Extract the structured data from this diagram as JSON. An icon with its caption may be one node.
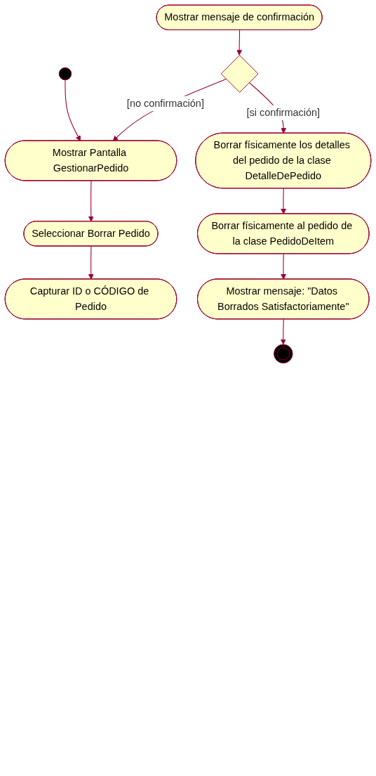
{
  "diagram": {
    "nodes": [
      {
        "text": [],
        "shape": "circle"
      },
      {
        "text": [
          "Mostrar Pantalla GestionarPedido"
        ]
      },
      {
        "text": [
          "Seleccionar Borrar Pedido"
        ]
      },
      {
        "text": [
          "Capturar ID o CÓDIGO de Pedido"
        ]
      },
      {
        "text": [
          "Mostrar mensaje de confirmación"
        ]
      },
      {
        "text": [],
        "shape": "diamond"
      },
      {
        "text": [
          "Borrar físicamente los detalles del pedido de la clase DetalleDePedido"
        ]
      },
      {
        "text": [
          "Borrar físicamente al pedido de la clase PedidoDeItem"
        ]
      },
      {
        "text": [
          "Mostrar mensaje: \"Datos Borrados Satisfactoriamente\""
        ]
      },
      {
        "text": [],
        "shape": "circle"
      }
    ],
    "edges": [
      {
        "from": 0,
        "to": 1,
        "arrow": "to"
      },
      {
        "from": 1,
        "to": 2,
        "arrow": "to"
      },
      {
        "from": 2,
        "to": 3,
        "arrow": "to"
      },
      {
        "from": 4,
        "to": 5,
        "arrow": "to"
      },
      {
        "from": 5,
        "to": 1,
        "arrow": "to",
        "label": "[no confirmación]"
      },
      {
        "from": 5,
        "to": 6,
        "arrow": "to",
        "label": "[si confirmación]"
      },
      {
        "from": 6,
        "to": 7,
        "arrow": "to"
      },
      {
        "from": 7,
        "to": 8,
        "arrow": "to"
      },
      {
        "from": 8,
        "to": 9,
        "arrow": "to"
      }
    ]
  }
}
